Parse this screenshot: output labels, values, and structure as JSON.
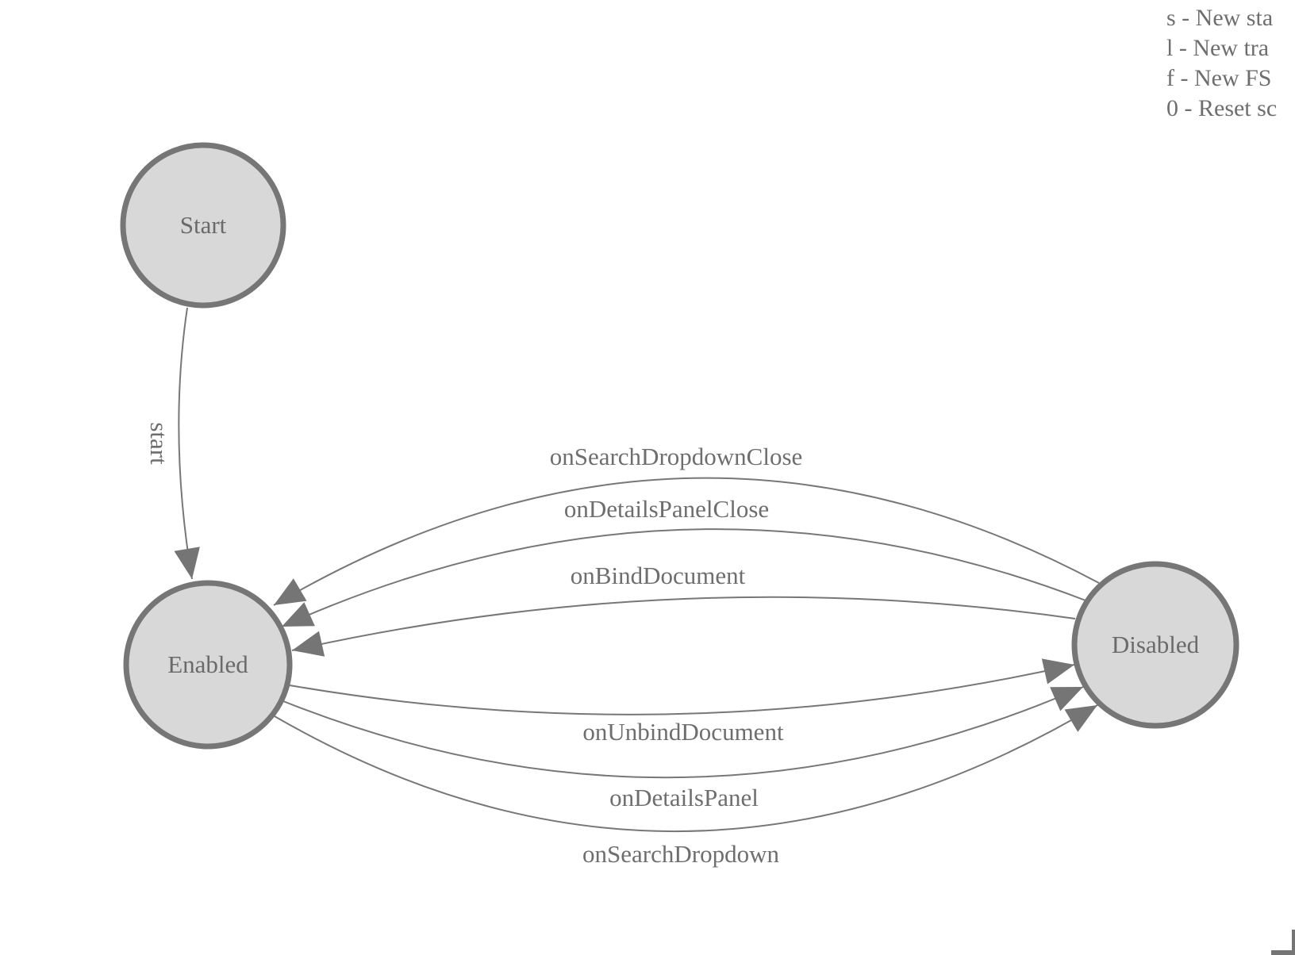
{
  "legend": {
    "lines": [
      "s - New sta",
      "l - New tra",
      "f - New FS",
      "0 - Reset sc"
    ]
  },
  "diagram": {
    "nodes": [
      {
        "id": "start",
        "label": "Start"
      },
      {
        "id": "enabled",
        "label": "Enabled"
      },
      {
        "id": "disabled",
        "label": "Disabled"
      }
    ],
    "edges": [
      {
        "from": "Start",
        "to": "Enabled",
        "label": "start"
      },
      {
        "from": "Disabled",
        "to": "Enabled",
        "label": "onSearchDropdownClose"
      },
      {
        "from": "Disabled",
        "to": "Enabled",
        "label": "onDetailsPanelClose"
      },
      {
        "from": "Disabled",
        "to": "Enabled",
        "label": "onBindDocument"
      },
      {
        "from": "Enabled",
        "to": "Disabled",
        "label": "onUnbindDocument"
      },
      {
        "from": "Enabled",
        "to": "Disabled",
        "label": "onDetailsPanel"
      },
      {
        "from": "Enabled",
        "to": "Disabled",
        "label": "onSearchDropdown"
      }
    ]
  },
  "colors": {
    "node_fill": "#d8d8d8",
    "node_stroke": "#767676",
    "edge_stroke": "#777777",
    "label_text": "#6e6e6e"
  }
}
